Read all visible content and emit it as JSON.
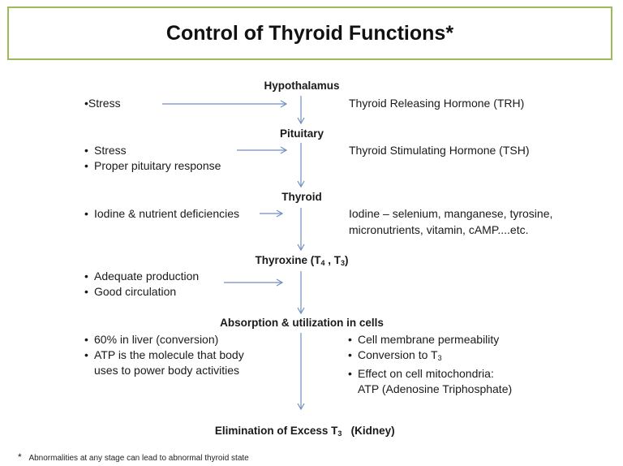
{
  "title": "Control of Thyroid Functions*",
  "stages": {
    "hypothalamus": "Hypothalamus",
    "pituitary": "Pituitary",
    "thyroid": "Thyroid",
    "thyroxine": "Thyroxine (T",
    "thyroxine_sub1": "4",
    "thyroxine_sep": " , T",
    "thyroxine_sub2": "3",
    "thyroxine_end": ")",
    "absorption": "Absorption & utilization in cells",
    "elimination": "Elimination of Excess T",
    "elimination_sub": "3",
    "elimination_end": "   (Kidney)"
  },
  "left": {
    "stress_1": "Stress",
    "stress_2": "Stress",
    "pituitary_response": "Proper pituitary response",
    "iodine_deficiency": "Iodine & nutrient deficiencies",
    "adequate_production": "Adequate production",
    "good_circulation": "Good circulation",
    "liver": "60% in liver (conversion)",
    "atp_line1": "ATP is the molecule that body",
    "atp_line2": "uses to power body activities"
  },
  "right": {
    "trh": "Thyroid Releasing Hormone (TRH)",
    "tsh": "Thyroid Stimulating Hormone (TSH)",
    "iodine_line1": "Iodine – selenium, manganese, tyrosine,",
    "iodine_line2": "micronutrients, vitamin, cAMP....etc.",
    "membrane": "Cell membrane permeability",
    "conversion": "Conversion to T",
    "conversion_sub": "3",
    "mito_line1": "Effect on cell mitochondria:",
    "mito_line2": "ATP (Adenosine Triphosphate)"
  },
  "bullet": "•",
  "footnote": {
    "mark": "*",
    "text": "Abnormalities at any stage can lead to abnormal thyroid state"
  },
  "colors": {
    "border": "#9bbb59",
    "arrow": "#6f8fbf"
  }
}
